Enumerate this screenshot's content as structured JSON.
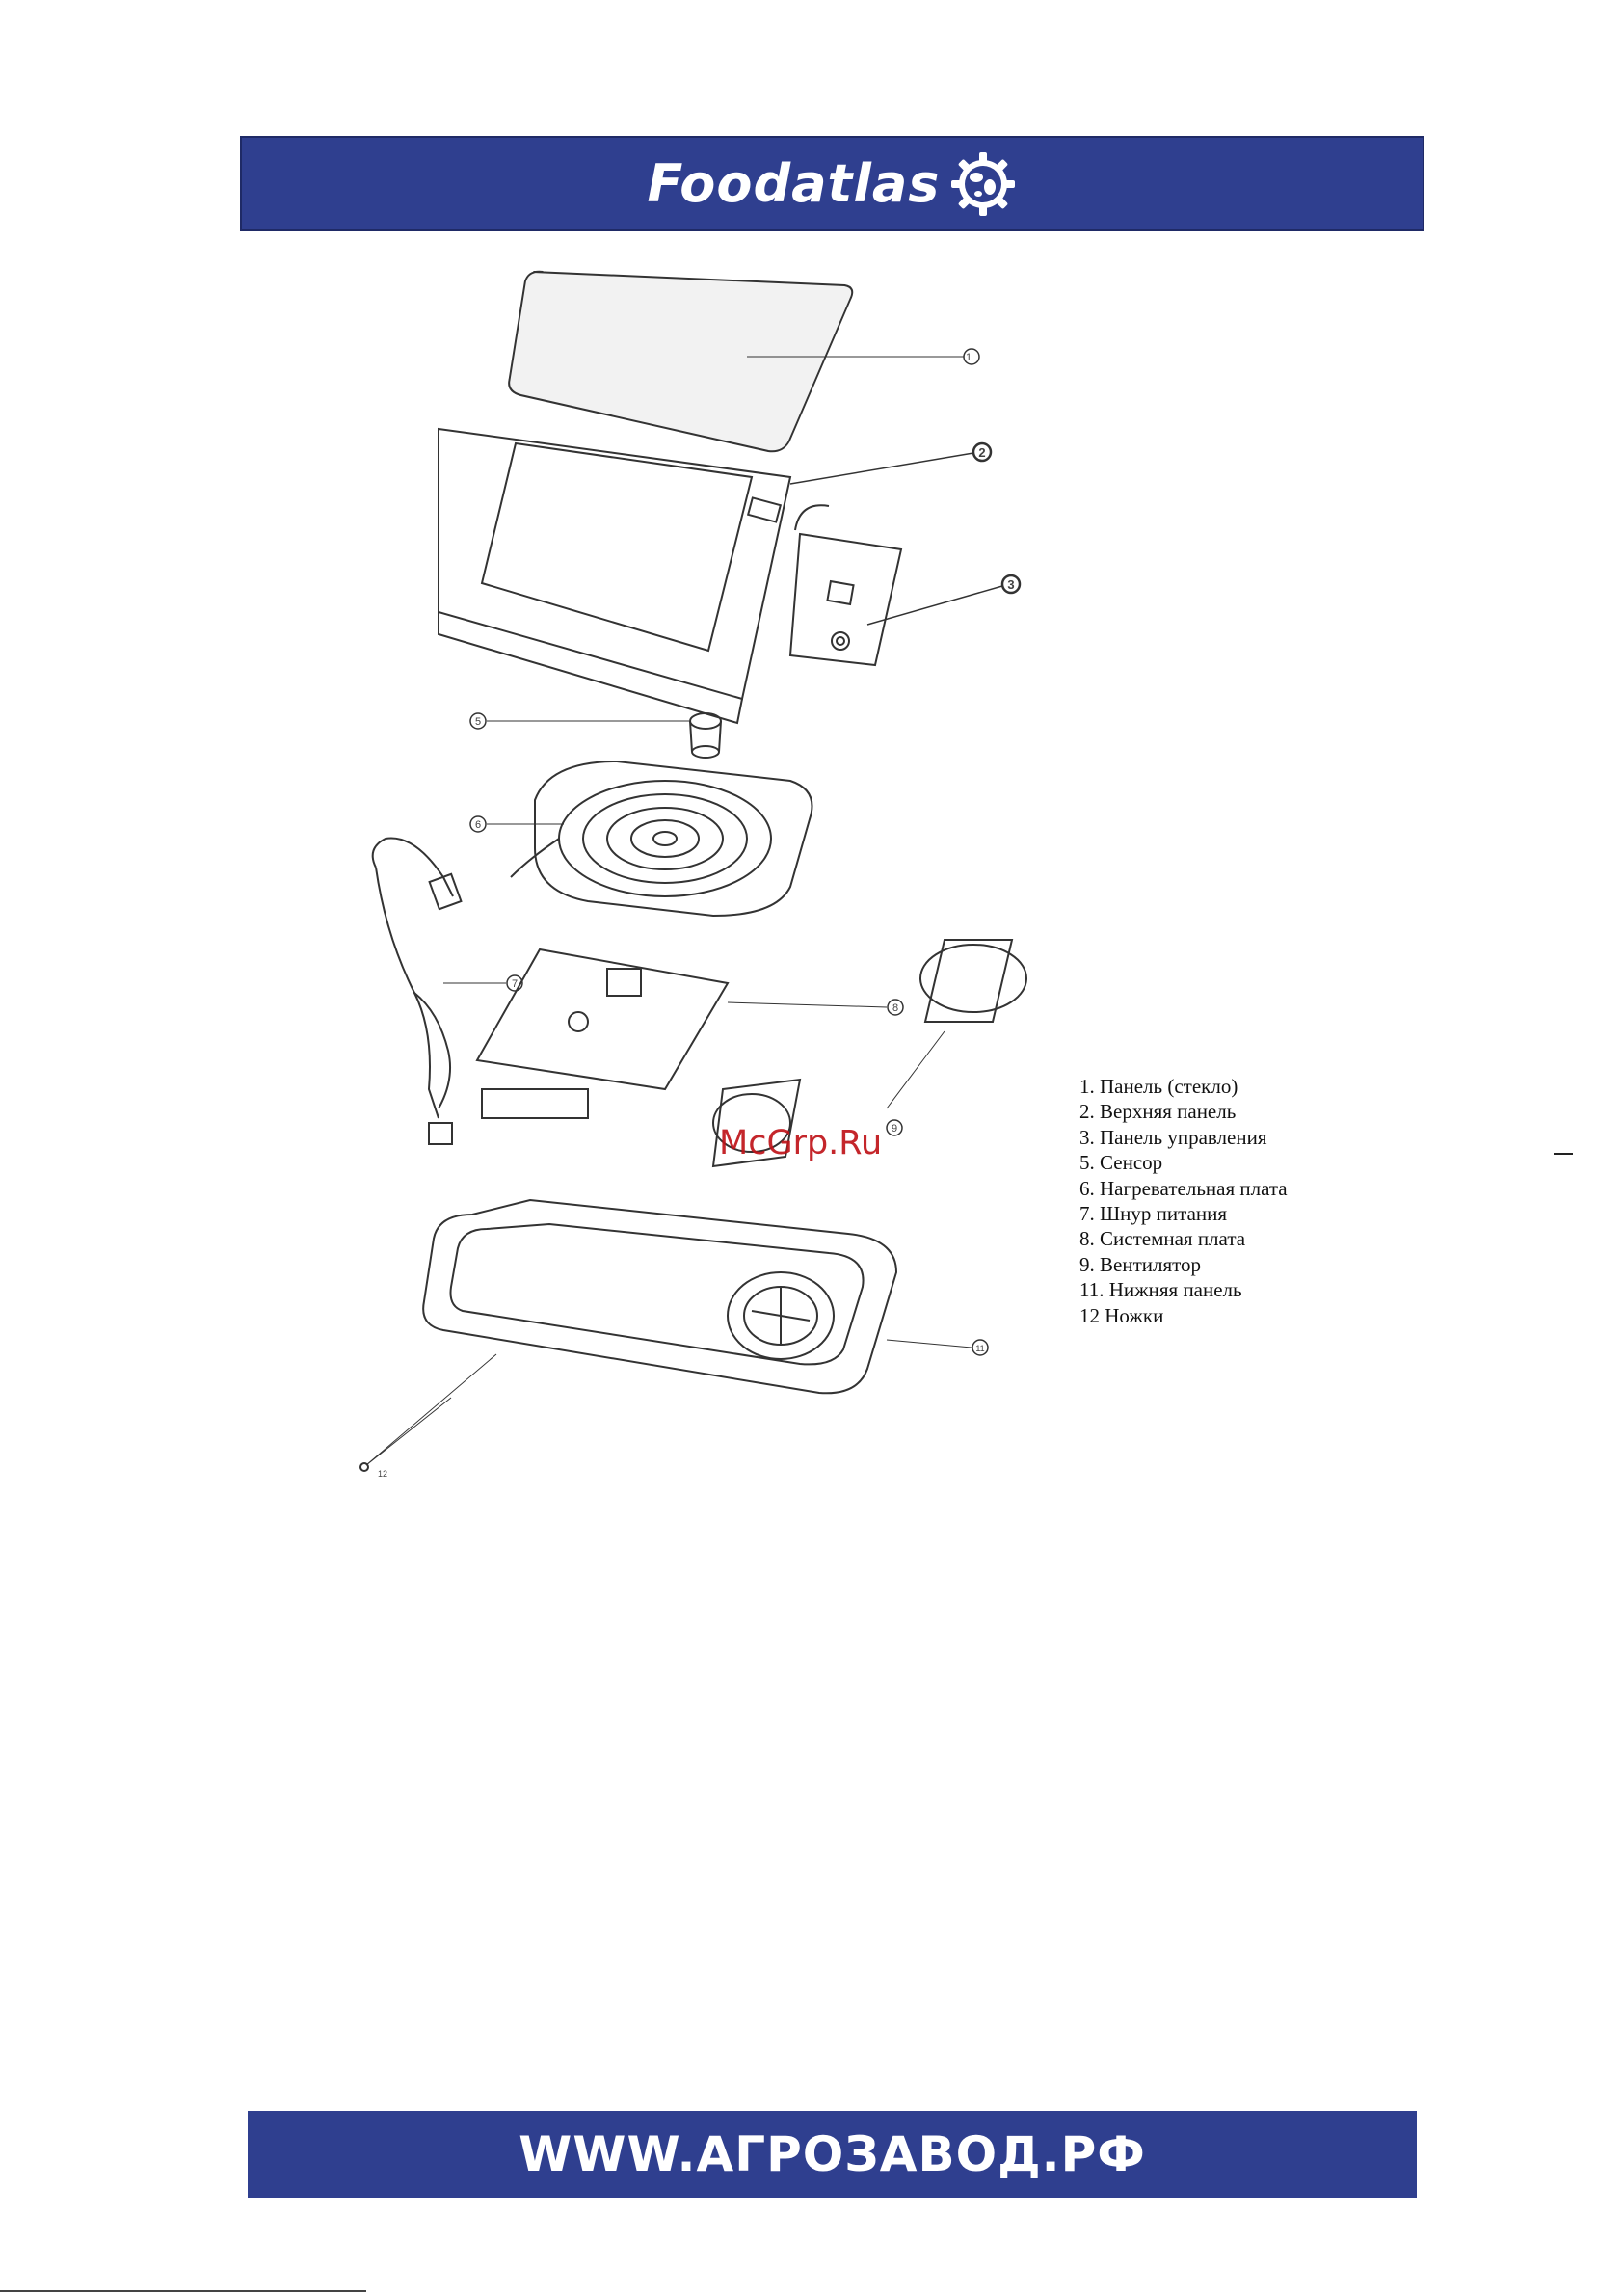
{
  "header": {
    "brand": "Foodatlas",
    "logo_icon": "gear-globe-icon",
    "background": "#2f3f8f"
  },
  "legend": {
    "items": [
      "1. Панель (стекло)",
      "2. Верхняя панель",
      "3. Панель управления",
      "5. Сенсор",
      "6. Нагревательная плата",
      "7. Шнур питания",
      "8. Системная плата",
      "9. Вентилятор",
      "11. Нижняя панель",
      "12 Ножки"
    ]
  },
  "diagram": {
    "callouts": [
      "1",
      "2",
      "3",
      "5",
      "6",
      "7",
      "8",
      "9",
      "11",
      "12"
    ]
  },
  "watermark": "McGrp.Ru",
  "footer": {
    "url": "WWW.АГРОЗАВОД.РФ",
    "background": "#2f3f8f"
  }
}
